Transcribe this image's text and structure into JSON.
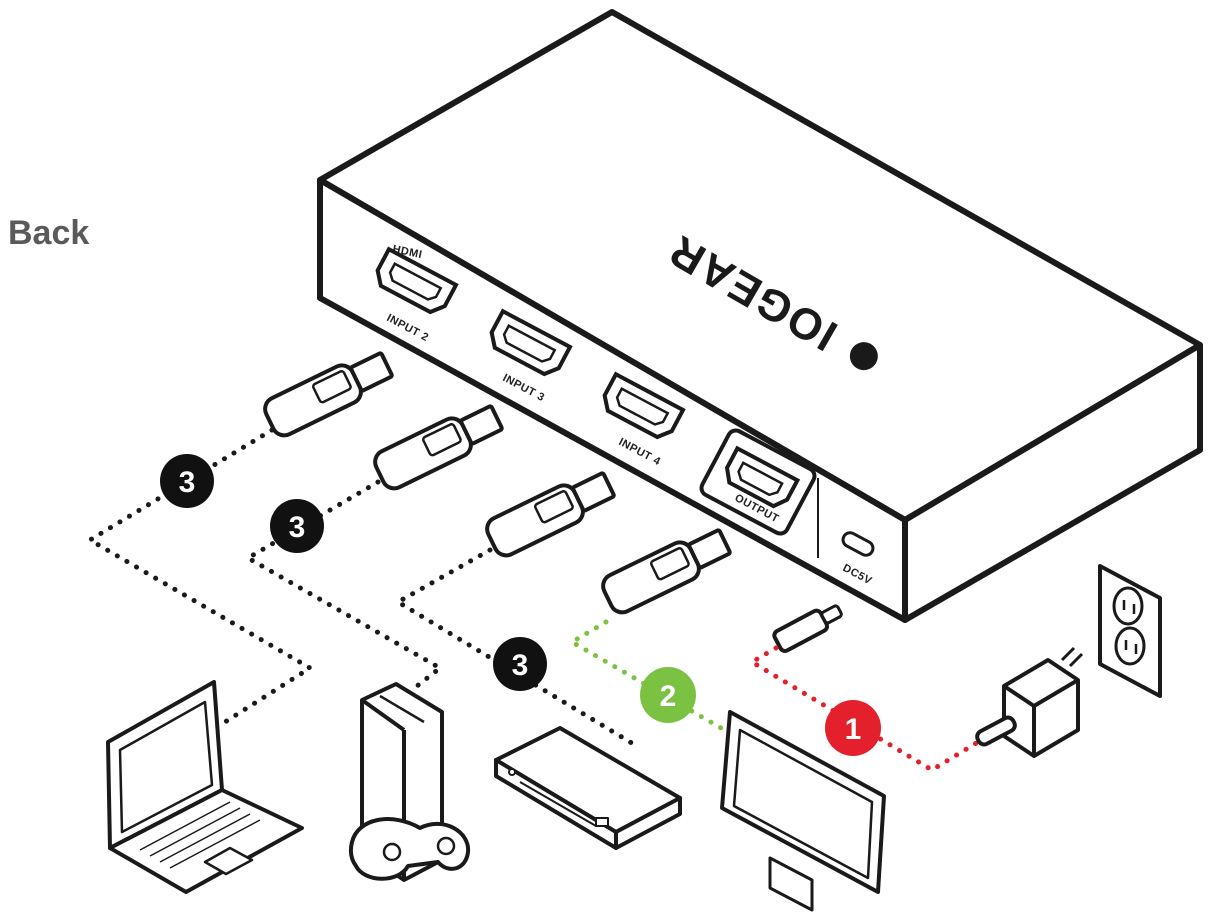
{
  "view_label": "Back",
  "brand": {
    "name": "IOGEAR"
  },
  "ports": {
    "hdmi_logo": "HDMI",
    "input2": "INPUT 2",
    "input3": "INPUT 3",
    "input4": "INPUT 4",
    "output": "OUTPUT",
    "power": "DC5V"
  },
  "steps": {
    "power": "1",
    "display": "2",
    "sources": "3"
  },
  "colors": {
    "power_step": "#e3202b",
    "display_step": "#7cc242",
    "source_step": "#111111",
    "outline": "#1a1a1a",
    "label_gray": "#5a5a5a"
  },
  "devices": {
    "sources": [
      "laptop-icon",
      "game-console-icon",
      "media-box-icon"
    ],
    "display": "monitor-icon",
    "power": [
      "power-adapter-icon",
      "wall-outlet-icon"
    ]
  }
}
